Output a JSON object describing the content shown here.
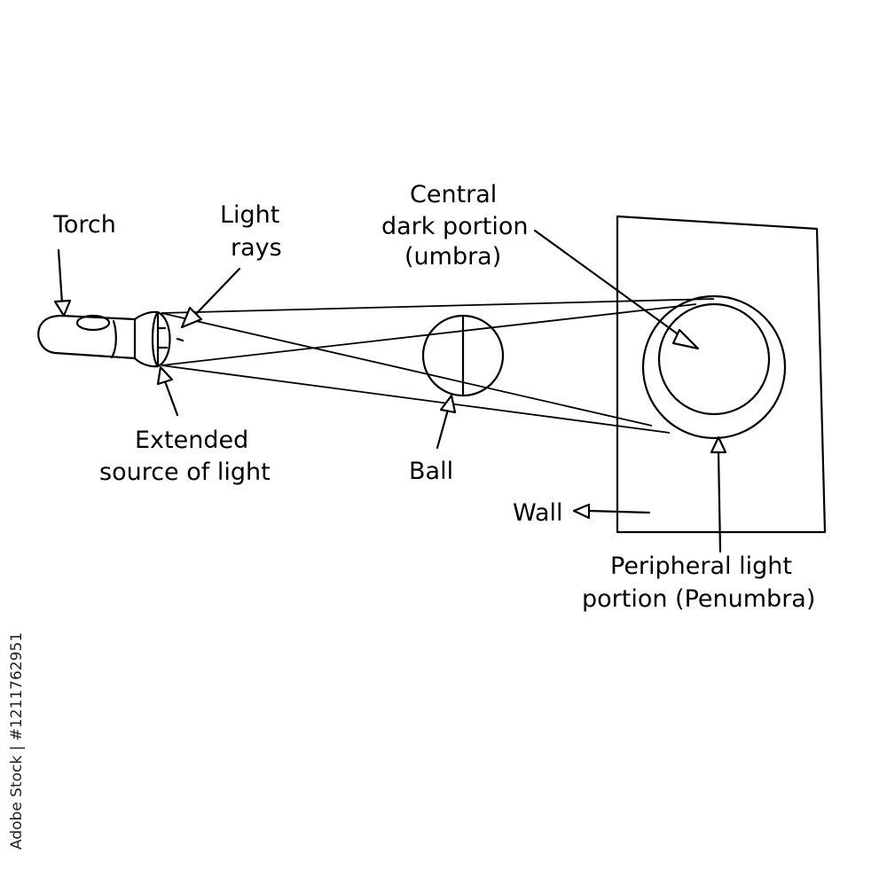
{
  "labels": {
    "torch": "Torch",
    "light_rays_1": "Light",
    "light_rays_2": "rays",
    "umbra_1": "Central",
    "umbra_2": "dark portion",
    "umbra_3": "(umbra)",
    "source_1": "Extended",
    "source_2": "source of light",
    "ball": "Ball",
    "wall": "Wall",
    "penumbra_1": "Peripheral light",
    "penumbra_2": "portion (Penumbra)"
  },
  "side_text": "Adobe Stock | #1211762951"
}
